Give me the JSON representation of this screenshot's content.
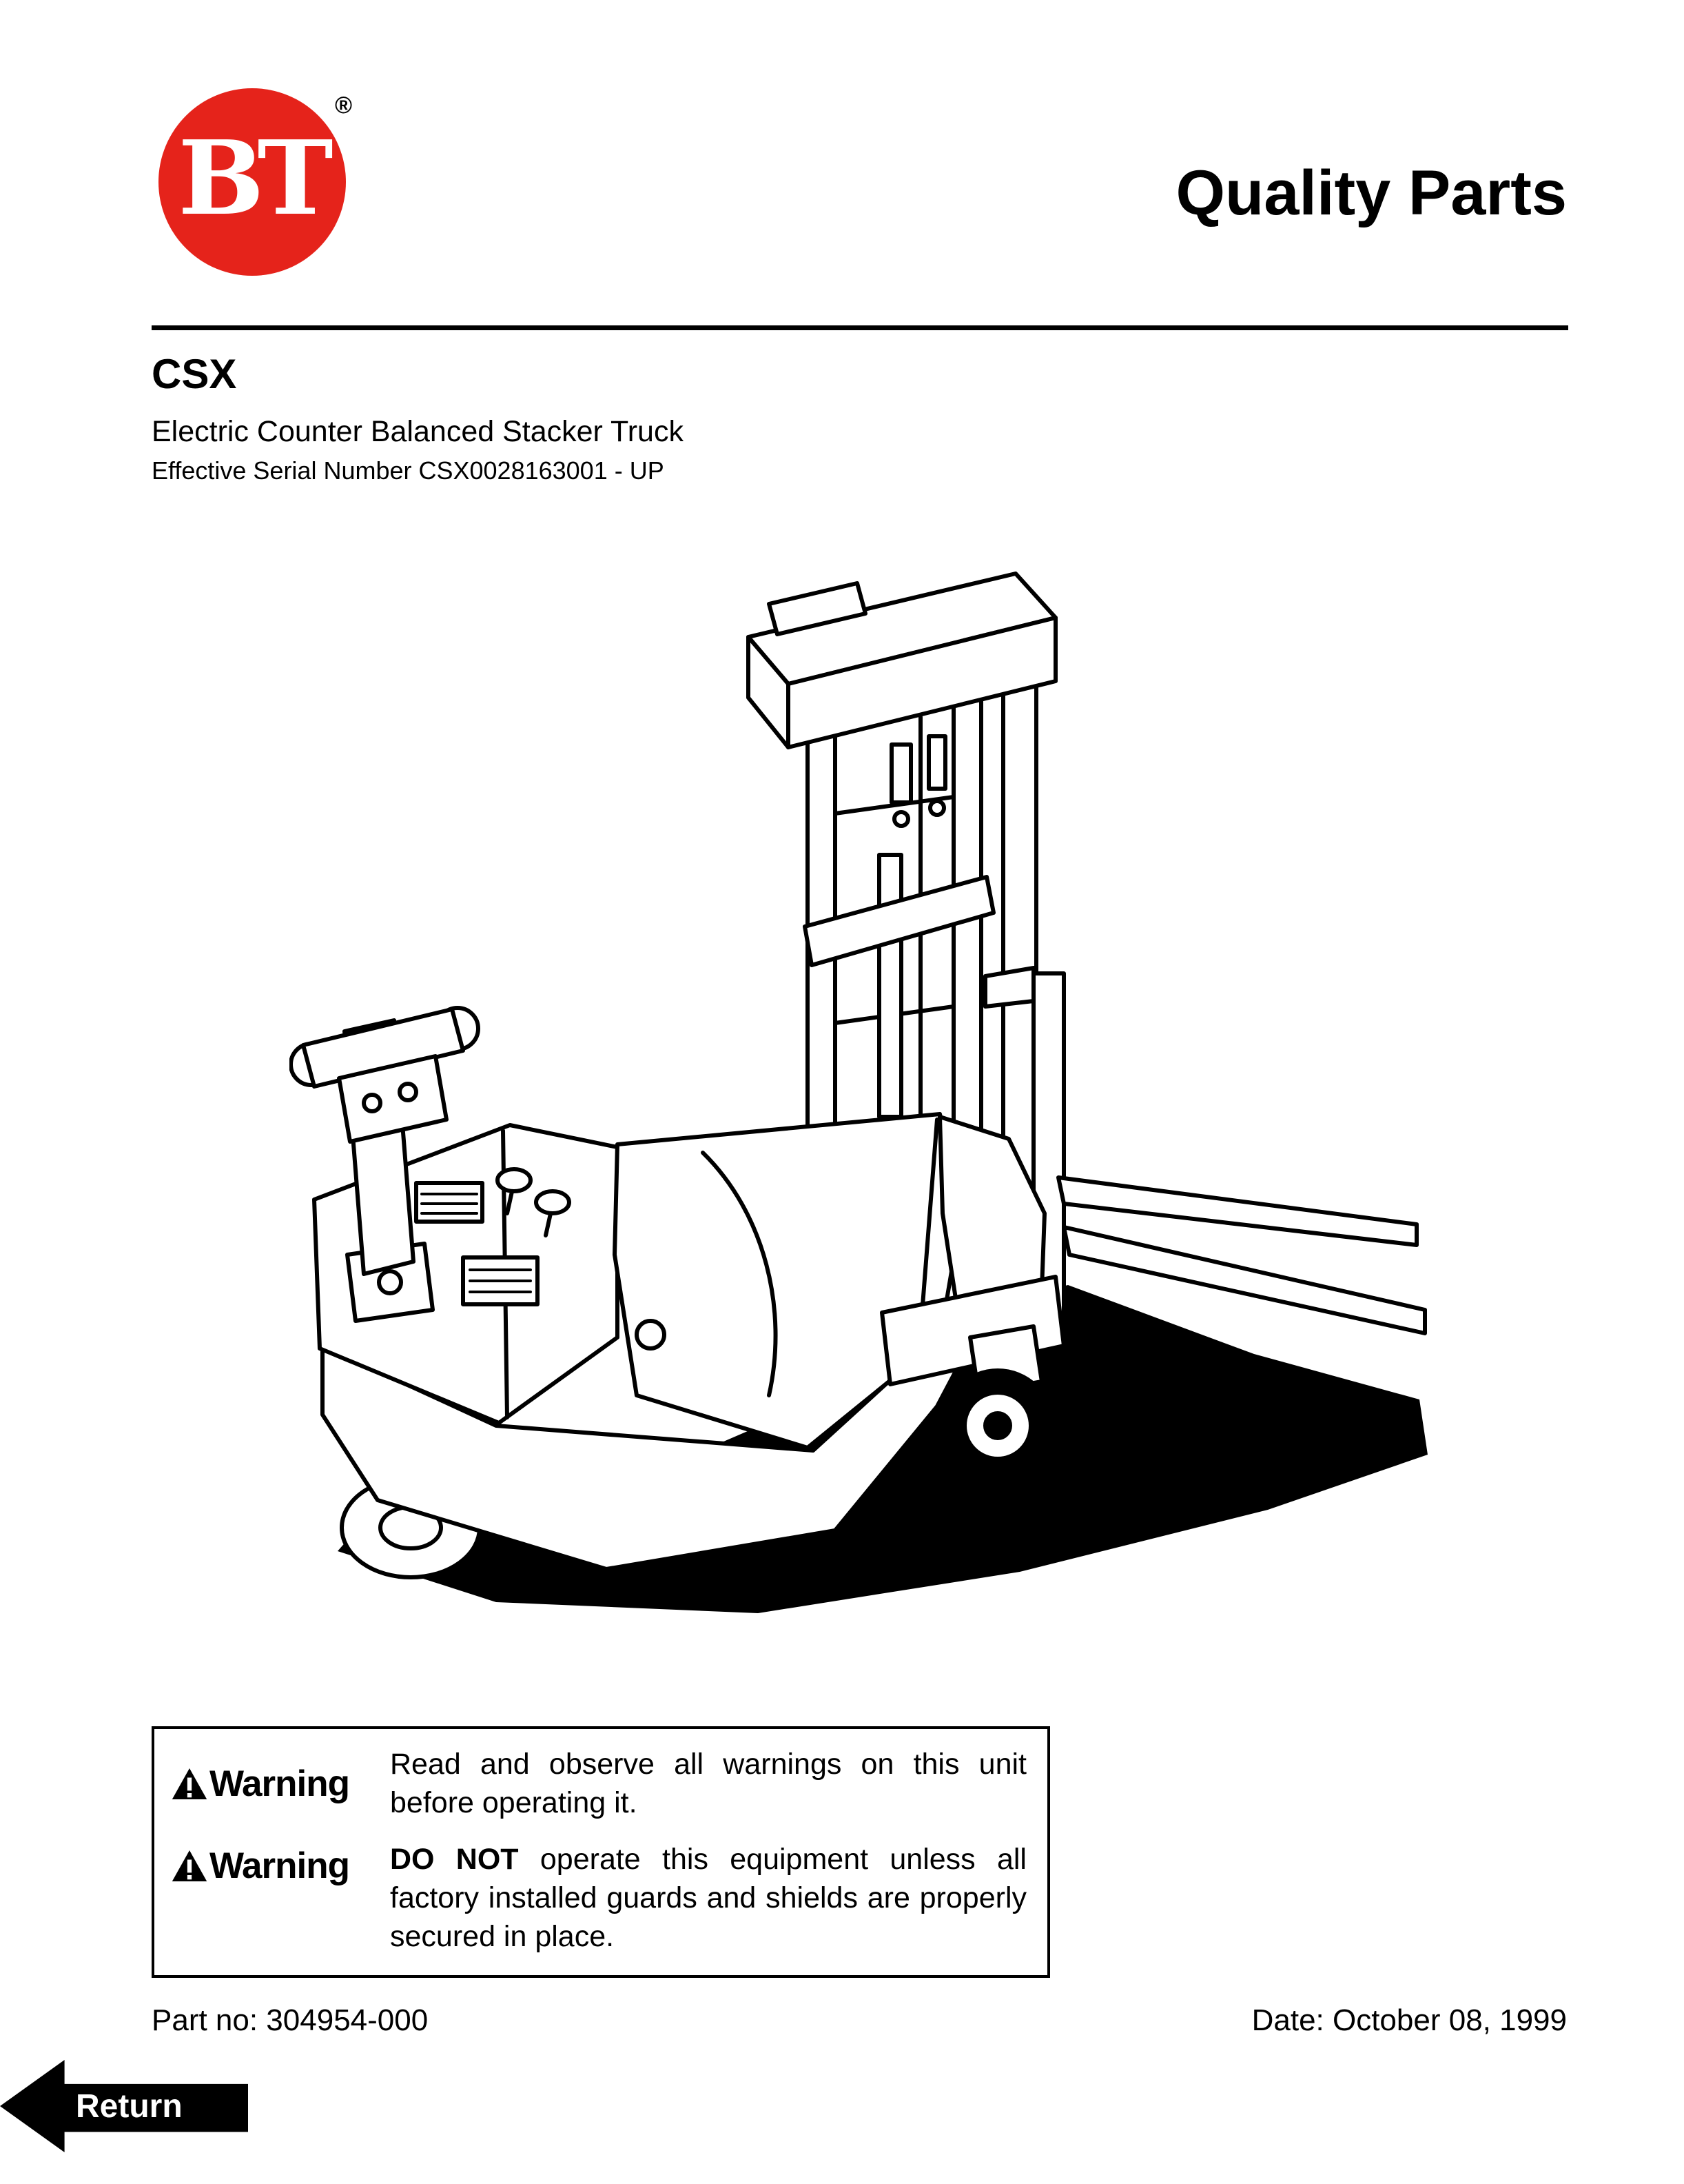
{
  "header": {
    "logo_text": "BT",
    "registered_mark": "®",
    "title": "Quality Parts"
  },
  "product": {
    "model": "CSX",
    "name": "Electric Counter Balanced Stacker Truck",
    "serial": "Effective Serial Number  CSX0028163001 - UP"
  },
  "warning_box": {
    "items": [
      {
        "label": "Warning",
        "bold_prefix": "",
        "text": "Read and observe all warnings on this unit before operating it."
      },
      {
        "label": "Warning",
        "bold_prefix": "DO NOT",
        "text": " operate this equipment unless all factory installed guards and shields are properly secured in place."
      }
    ]
  },
  "footer": {
    "part_no": "Part no: 304954-000",
    "date": "Date: October 08, 1999",
    "return_label": "Return"
  },
  "icons": {
    "warning": "triangle-exclamation",
    "return_arrow": "left-arrow"
  },
  "colors": {
    "brand_red": "#e5231b",
    "ink": "#000000",
    "paper": "#ffffff"
  }
}
